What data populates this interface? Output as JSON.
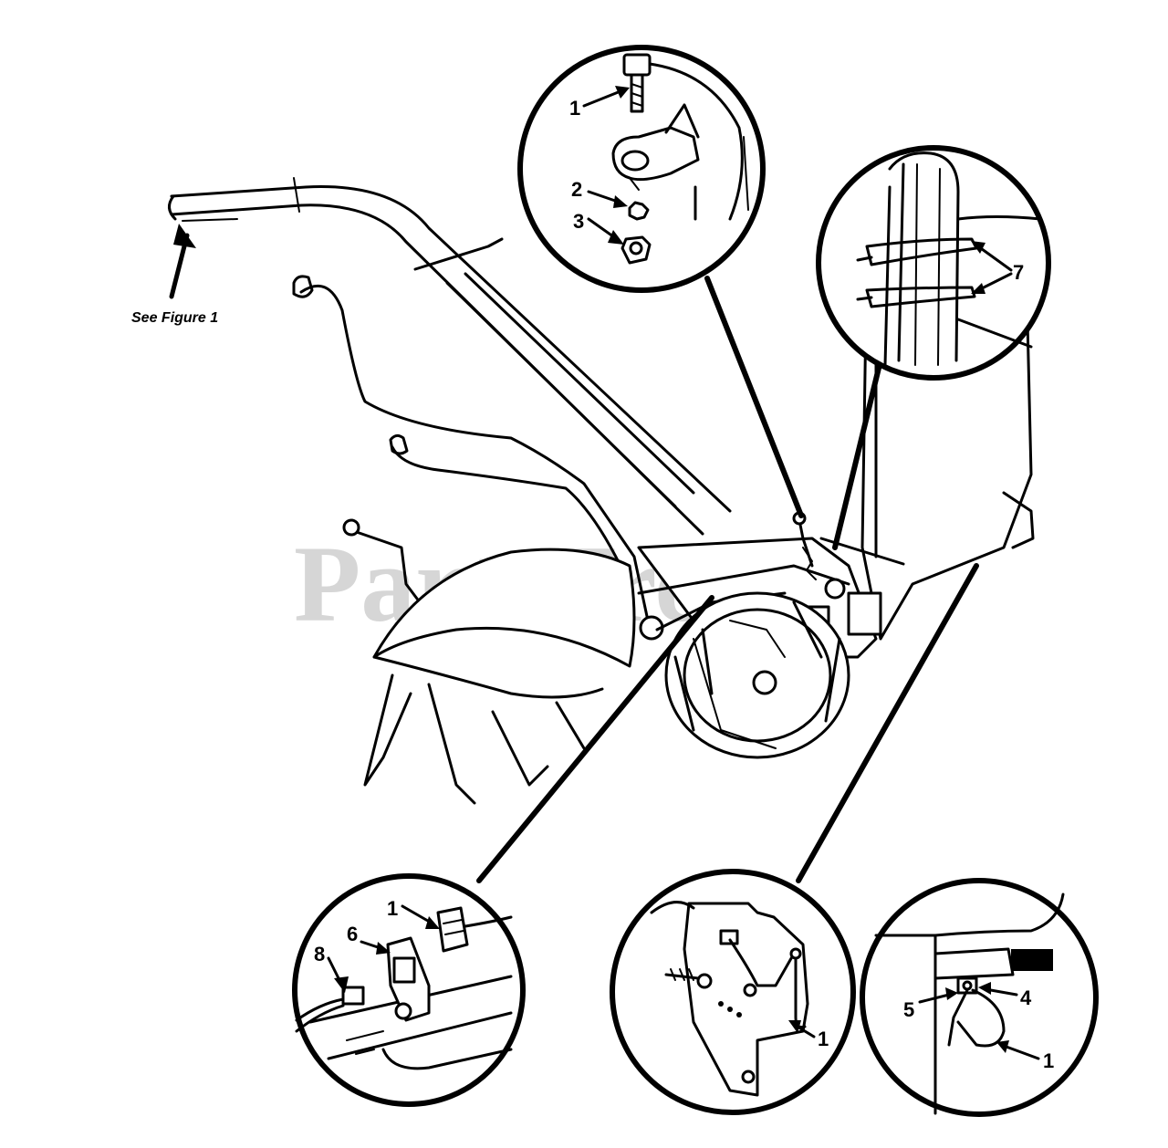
{
  "caption": "See Figure 1",
  "watermark": "PartsTree",
  "callouts": {
    "top_1": "1",
    "top_2": "2",
    "top_3": "3",
    "right_7": "7",
    "bl_1": "1",
    "bl_6": "6",
    "bl_8": "8",
    "bm_1": "1",
    "br_4": "4",
    "br_5": "5",
    "br_1": "1"
  }
}
